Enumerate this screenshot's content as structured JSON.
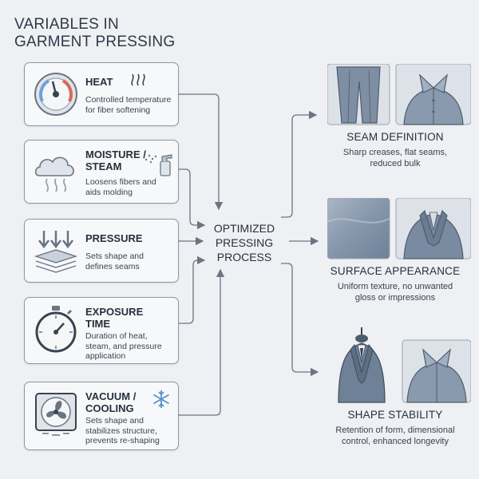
{
  "title": {
    "line1": "VARIABLES IN",
    "line2": "GARMENT PRESSING"
  },
  "variables": [
    {
      "heading_lines": [
        "HEAT"
      ],
      "desc_lines": [
        "Controlled temperature",
        "for fiber softening"
      ],
      "icon": "thermometer-gauge-icon"
    },
    {
      "heading_lines": [
        "MOISTURE /",
        "STEAM"
      ],
      "desc_lines": [
        "Loosens fibers and",
        "aids molding"
      ],
      "icon": "steam-cloud-icon"
    },
    {
      "heading_lines": [
        "PRESSURE"
      ],
      "desc_lines": [
        "Sets shape and",
        "defines seams"
      ],
      "icon": "pressure-arrows-icon"
    },
    {
      "heading_lines": [
        "EXPOSURE",
        "TIME"
      ],
      "desc_lines": [
        "Duration of heat,",
        "steam, and pressure",
        "application"
      ],
      "icon": "stopwatch-icon"
    },
    {
      "heading_lines": [
        "VACUUM /",
        "COOLING"
      ],
      "desc_lines": [
        "Sets shape and",
        "stabilizes structure,",
        "prevents re-shaping"
      ],
      "icon": "fan-icon"
    }
  ],
  "center": {
    "lines": [
      "OPTIMIZED",
      "PRESSING",
      "PROCESS"
    ]
  },
  "outcomes": [
    {
      "title": "SEAM DEFINITION",
      "desc_lines": [
        "Sharp creases, flat seams,",
        "reduced bulk"
      ]
    },
    {
      "title": "SURFACE APPEARANCE",
      "desc_lines": [
        "Uniform texture, no unwanted",
        "gloss or impressions"
      ]
    },
    {
      "title": "SHAPE STABILITY",
      "desc_lines": [
        "Retention of form, dimensional",
        "control, enhanced longevity"
      ]
    }
  ],
  "colors": {
    "background": "#eef0f3",
    "card_border": "#8c96a3",
    "arrow": "#6b7582",
    "garment": "#7f8fa3"
  }
}
